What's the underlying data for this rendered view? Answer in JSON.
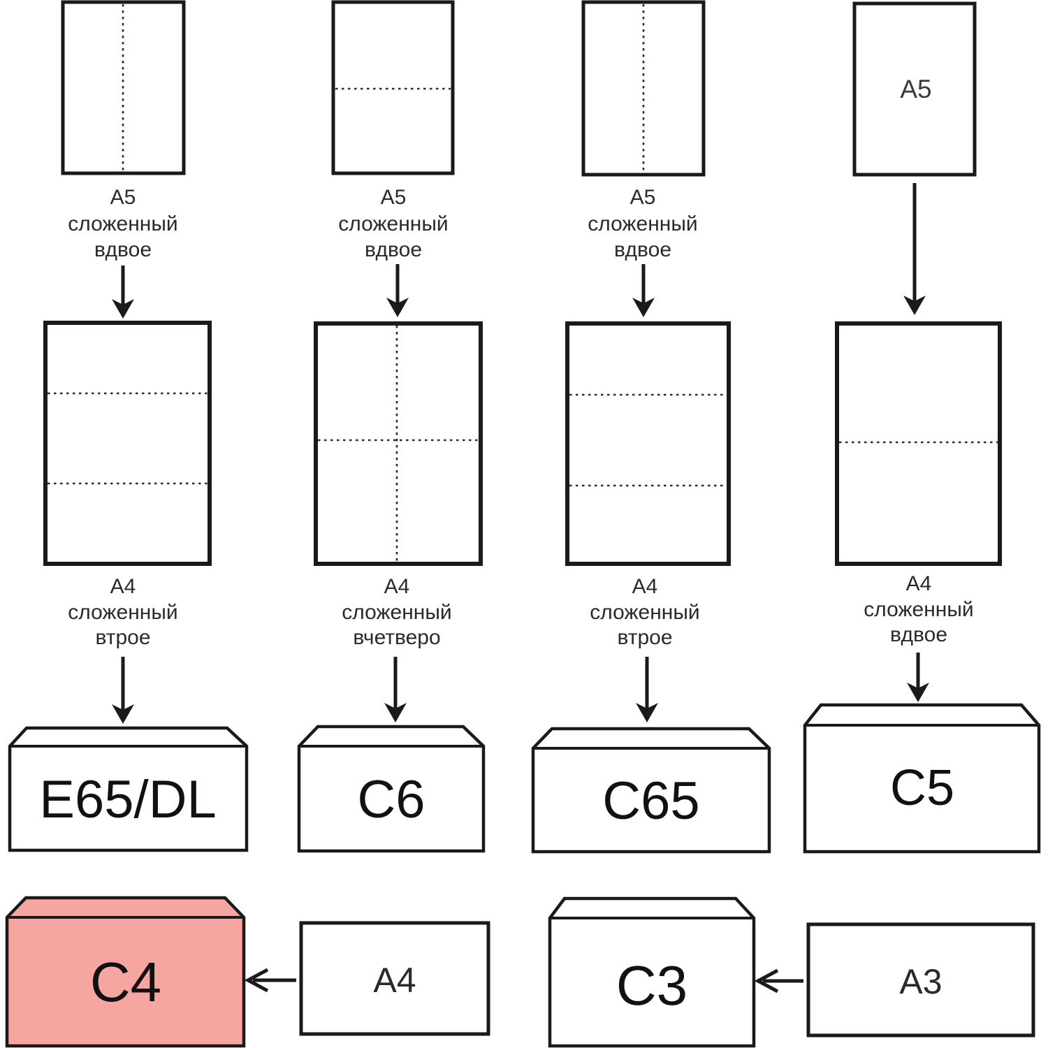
{
  "diagram": {
    "description": "Paper sizes folded into envelope formats",
    "colors": {
      "stroke": "#1a1a1a",
      "paper_fill": "#ffffff",
      "c4_highlight_fill": "#f6a5a1"
    },
    "columns": [
      {
        "top_sheet_fold": "vertical-half",
        "top_caption": [
          "А5",
          "сложенный",
          "вдвое"
        ],
        "mid_sheet_fold": "two-horizontal-thirds",
        "mid_caption": [
          "А4",
          "сложенный",
          "втрое"
        ],
        "envelope_label": "E65/DL"
      },
      {
        "top_sheet_fold": "horizontal-half",
        "top_caption": [
          "А5",
          "сложенный",
          "вдвое"
        ],
        "mid_sheet_fold": "cross-quarters",
        "mid_caption": [
          "А4",
          "сложенный",
          "вчетверо"
        ],
        "envelope_label": "C6"
      },
      {
        "top_sheet_fold": "vertical-half",
        "top_caption": [
          "А5",
          "сложенный",
          "вдвое"
        ],
        "mid_sheet_fold": "two-horizontal-thirds",
        "mid_caption": [
          "А4",
          "сложенный",
          "втрое"
        ],
        "envelope_label": "C65"
      },
      {
        "top_sheet_label": "A5",
        "top_sheet_fold": "none",
        "mid_sheet_fold": "horizontal-half",
        "mid_caption": [
          "А4",
          "сложенный",
          "вдвое"
        ],
        "envelope_label": "C5"
      }
    ],
    "bottom_row": {
      "c4_envelope_label": "C4",
      "a4_sheet_label": "A4",
      "c3_envelope_label": "C3",
      "a3_sheet_label": "A3"
    }
  }
}
